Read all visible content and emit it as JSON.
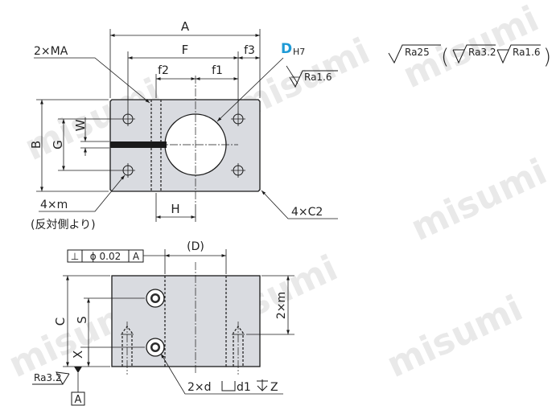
{
  "watermark": "misumi",
  "top_view": {
    "dim_A": "A",
    "dim_F": "F",
    "dim_f3": "f3",
    "dim_f2": "f2",
    "dim_f1": "f1",
    "dim_D": "D",
    "dim_D_tolerance": "H7",
    "dim_B": "B",
    "dim_G": "G",
    "dim_W": "W",
    "dim_H": "H",
    "callout_2MA": "2×MA",
    "callout_4m": "4×m",
    "callout_reverse": "(反対側より)",
    "callout_chamfer": "4×C2",
    "bore_roughness": "Ra1.6"
  },
  "front_view": {
    "perpendicularity_symbol": "⊥",
    "perpendicularity_value": "ϕ 0.02",
    "datum_ref": "A",
    "dim_D_ref": "(D)",
    "dim_C": "C",
    "dim_S": "S",
    "dim_X": "X",
    "dim_2m": "2×m",
    "base_roughness": "Ra3.2",
    "datum_label": "A",
    "callout_counterbore_count": "2×d",
    "callout_counterbore_d1": "d1",
    "callout_counterbore_depth": "Z"
  },
  "surface_finish": {
    "general": "Ra25",
    "open_paren": "(",
    "item_1": "Ra3.2",
    "item_2": "Ra1.6",
    "close_paren": ")"
  },
  "colors": {
    "part_fill": "#d9dbe0",
    "line": "#1a1a1a",
    "accent_blue": "#1e9ad6",
    "watermark": "#e9e9e9"
  }
}
